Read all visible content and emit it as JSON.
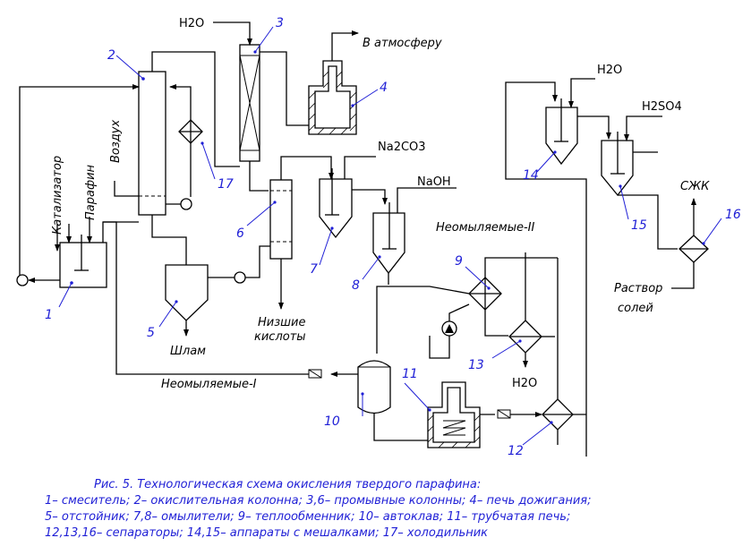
{
  "labels": {
    "catalyst": "Катализатор",
    "paraffin": "Парафин",
    "air": "Воздух",
    "h2o_top": "H2O",
    "atmosphere": "В атмосферу",
    "na2co3": "Na2CO3",
    "naoh": "NaOH",
    "unsap2": "Неомыляемые-II",
    "unsap1": "Неомыляемые-I",
    "lower_acids_1": "Низшие",
    "lower_acids_2": "кислоты",
    "sludge": "Шлам",
    "h2o_13": "H2O",
    "h2o_14": "H2O",
    "h2so4": "H2SO4",
    "sjk": "СЖК",
    "salt_sol_1": "Раствор",
    "salt_sol_2": "солей"
  },
  "numbers": [
    "1",
    "2",
    "3",
    "4",
    "5",
    "6",
    "7",
    "8",
    "9",
    "10",
    "11",
    "12",
    "13",
    "14",
    "15",
    "16",
    "17"
  ],
  "caption": [
    "Рис. 5.  Технологическая схема окисления твердого парафина:",
    "1– смеситель; 2– окислительная колонна; 3,6– промывные колонны; 4– печь дожигания;",
    "5– отстойник; 7,8– омылители; 9– теплообменник; 10– автоклав; 11– трубчатая печь;",
    "12,13,16– сепараторы; 14,15– аппараты с мешалками; 17– холодильник"
  ]
}
